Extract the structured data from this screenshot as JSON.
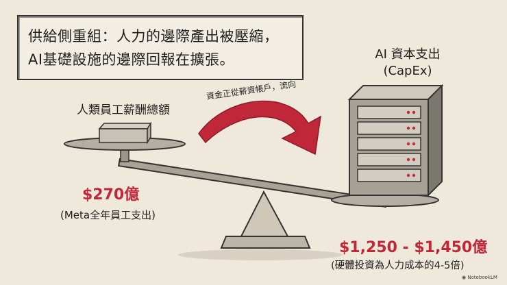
{
  "title": {
    "line1": "供給側重組：人力的邊際產出被壓縮，",
    "line2": "AI基礎設施的邊際回報在擴張。"
  },
  "capex": {
    "title_line1": "AI 資本支出",
    "title_line2": "(CapEx)",
    "amount": "$1,250 - $1,450億",
    "note": "(硬體投資為人力成本的4-5倍)"
  },
  "labor": {
    "title": "人類員工薪酬總額",
    "amount": "$270億",
    "note": "(Meta全年員工支出)"
  },
  "arrow": {
    "label": "資金正從薪資帳戶，流向"
  },
  "footer": {
    "brand": "NotebookLM"
  },
  "colors": {
    "accent_red": "#c0283a",
    "paper": "#efe9dc"
  }
}
